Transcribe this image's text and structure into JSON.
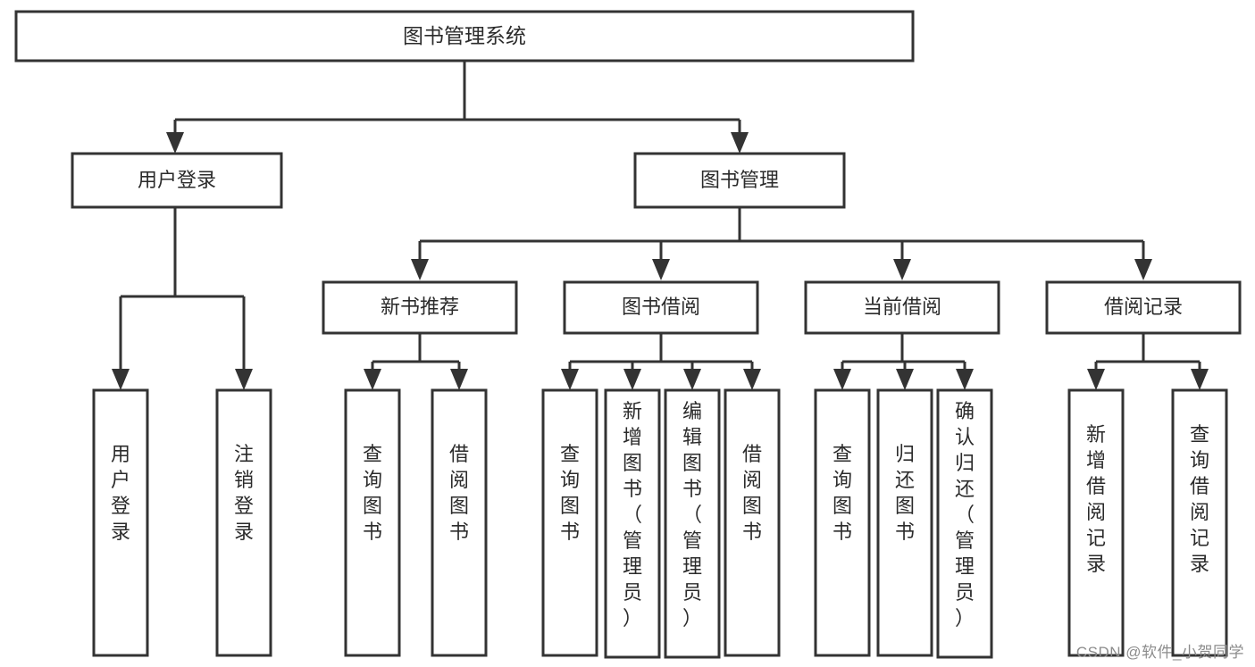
{
  "diagram": {
    "title": "图书管理系统",
    "type": "tree-hierarchy",
    "root": {
      "id": "root",
      "label": "图书管理系统"
    },
    "level2": [
      {
        "id": "user-login",
        "label": "用户登录"
      },
      {
        "id": "book-manage",
        "label": "图书管理"
      }
    ],
    "level3": [
      {
        "id": "new-book-recommend",
        "label": "新书推荐"
      },
      {
        "id": "book-borrow",
        "label": "图书借阅"
      },
      {
        "id": "current-borrow",
        "label": "当前借阅"
      },
      {
        "id": "borrow-record",
        "label": "借阅记录"
      }
    ],
    "leaves": {
      "user-login": [
        {
          "id": "leaf-user-login",
          "label": "用户登录"
        },
        {
          "id": "leaf-user-logout",
          "label": "注销登录"
        }
      ],
      "new-book-recommend": [
        {
          "id": "leaf-query-book-1",
          "label": "查询图书"
        },
        {
          "id": "leaf-borrow-book-1",
          "label": "借阅图书"
        }
      ],
      "book-borrow": [
        {
          "id": "leaf-query-book-2",
          "label": "查询图书"
        },
        {
          "id": "leaf-add-book",
          "label": "新增图书（管理员）"
        },
        {
          "id": "leaf-edit-book",
          "label": "编辑图书（管理员）"
        },
        {
          "id": "leaf-borrow-book-2",
          "label": "借阅图书"
        }
      ],
      "current-borrow": [
        {
          "id": "leaf-query-book-3",
          "label": "查询图书"
        },
        {
          "id": "leaf-return-book",
          "label": "归还图书"
        },
        {
          "id": "leaf-confirm-return",
          "label": "确认归还（管理员）"
        }
      ],
      "borrow-record": [
        {
          "id": "leaf-add-record",
          "label": "新增借阅记录"
        },
        {
          "id": "leaf-query-record",
          "label": "查询借阅记录"
        }
      ]
    },
    "colors": {
      "stroke": "#333333",
      "fill": "#ffffff",
      "text": "#2b2b2b",
      "watermark": "#8c8c8c",
      "background": "#ffffff"
    }
  },
  "watermark": {
    "text": "CSDN @软件_小贺同学"
  }
}
